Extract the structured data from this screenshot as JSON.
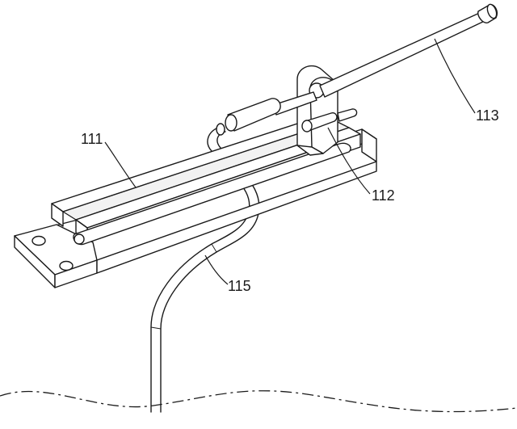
{
  "labels": {
    "base_plate": "111",
    "bearing_block": "112",
    "push_rod": "113",
    "bent_pipe": "115"
  }
}
